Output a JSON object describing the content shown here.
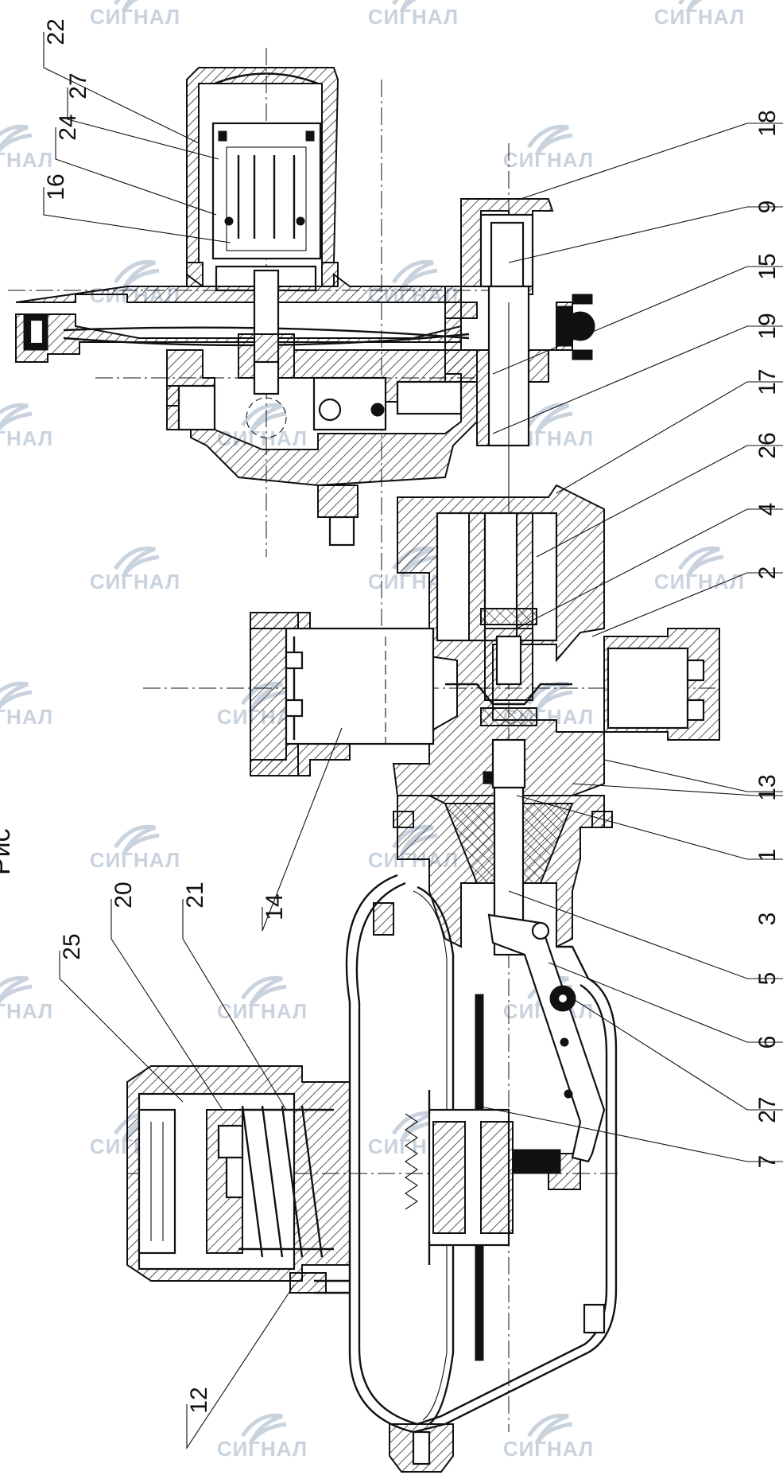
{
  "watermark": {
    "text": "СИГНАЛ"
  },
  "title_fragment": "Рис",
  "labels": {
    "top": [
      "22",
      "27",
      "24",
      "16"
    ],
    "right": [
      "18",
      "9",
      "15",
      "19",
      "17",
      "26",
      "4",
      "2",
      "13",
      "1",
      "3",
      "5",
      "6",
      "27",
      "7"
    ],
    "left": [
      "25",
      "20",
      "21",
      "14",
      "12"
    ]
  },
  "colors": {
    "line": "#111111",
    "watermark": "#c9d3de",
    "background": "#ffffff"
  }
}
